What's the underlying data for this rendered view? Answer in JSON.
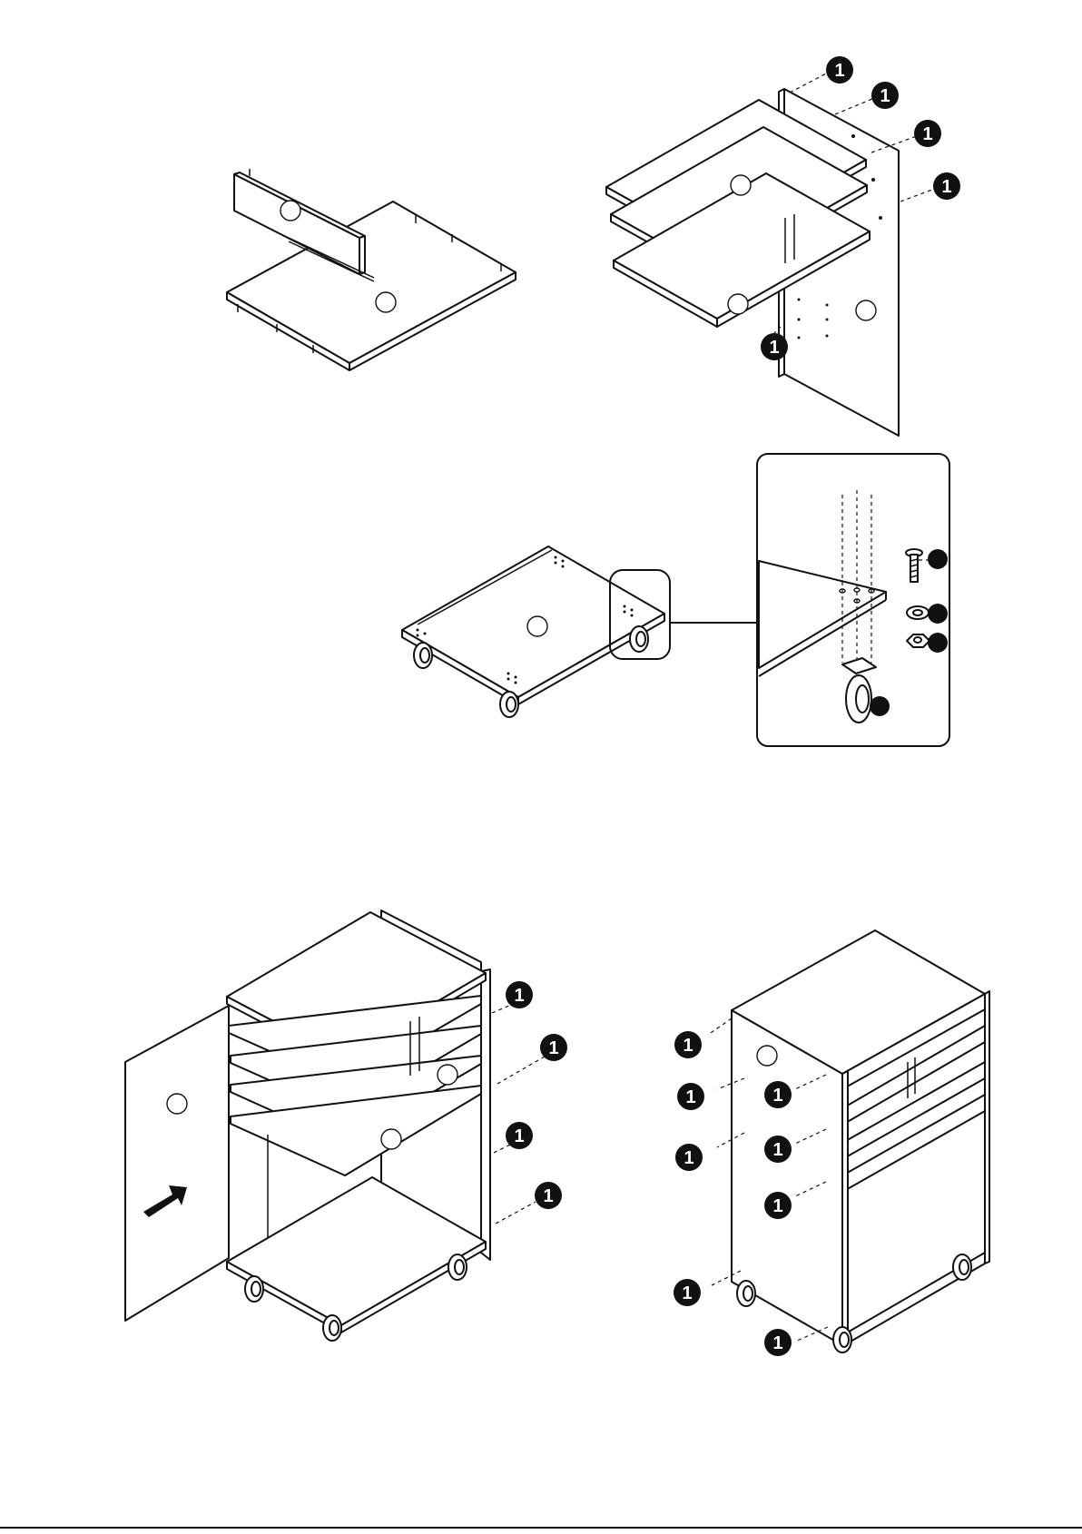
{
  "page": {
    "background": "#ffffff",
    "line_color": "#111111"
  },
  "markers": {
    "part_number": "1"
  },
  "steps": [
    {
      "name": "base-and-divider-assembly"
    },
    {
      "name": "shelves-to-side-panel"
    },
    {
      "name": "casters-to-base"
    },
    {
      "name": "attach-left-side-panel"
    },
    {
      "name": "completed-cart"
    }
  ],
  "icons": {
    "direction_arrow": "arrow-icon",
    "screw": "screw-icon",
    "washer": "washer-icon",
    "nut": "nut-icon",
    "caster": "caster-wheel-icon"
  }
}
